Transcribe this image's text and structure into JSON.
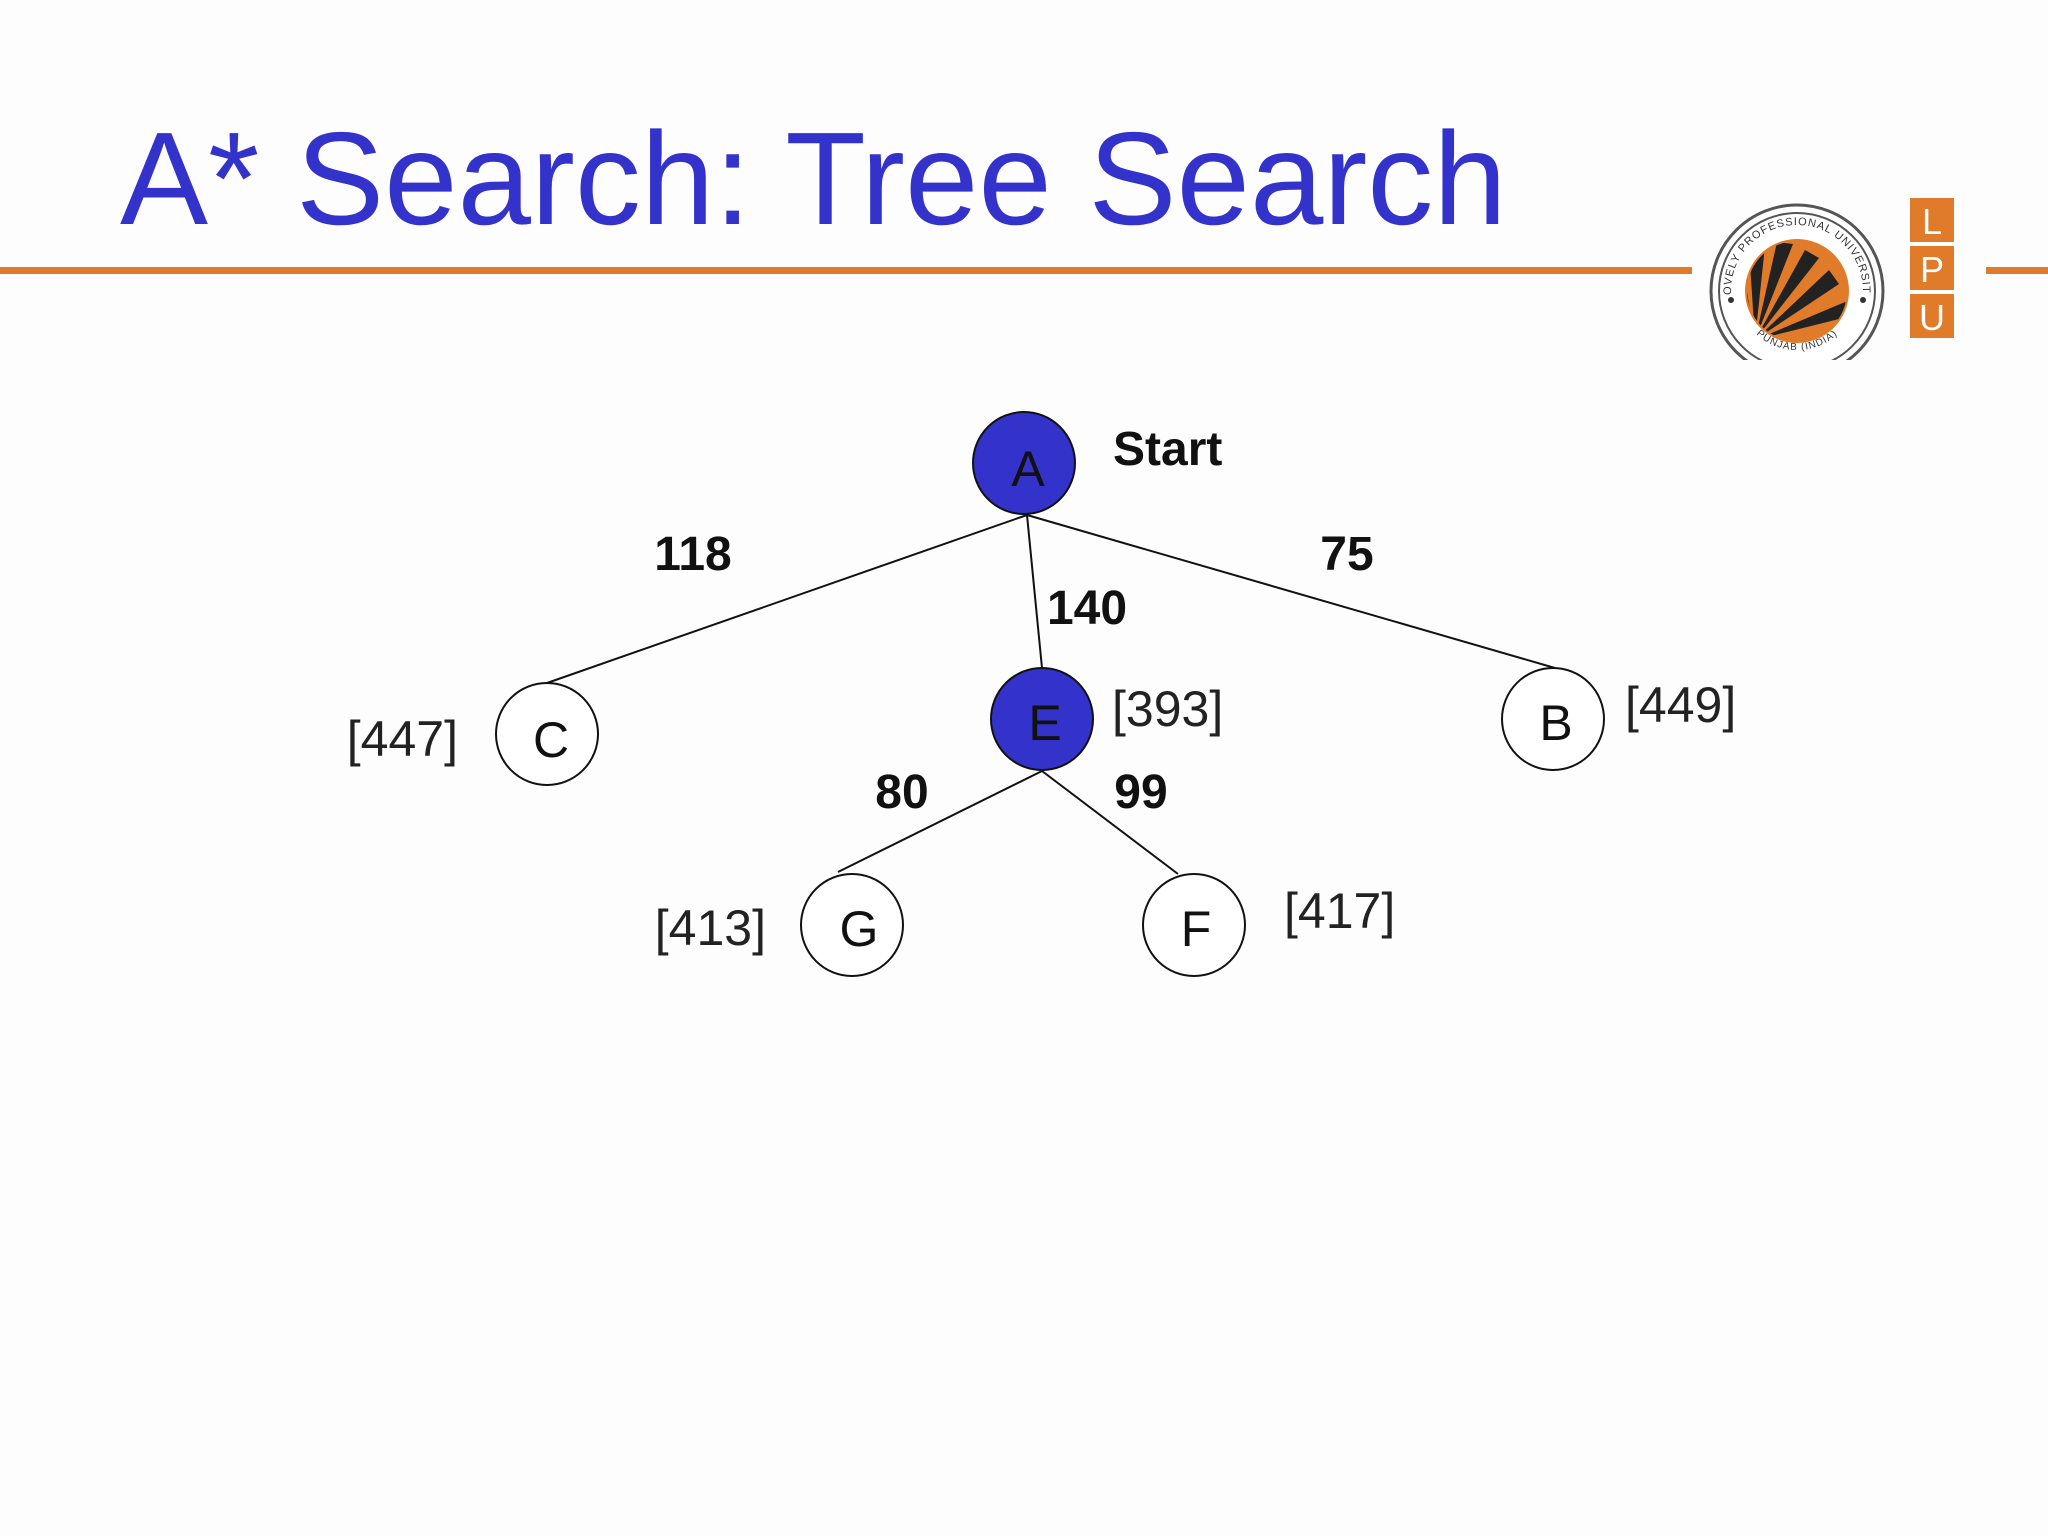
{
  "title": "A* Search: Tree Search",
  "logo": {
    "ring_top_text": "LOVELY PROFESSIONAL UNIVERSITY",
    "ring_bottom_text": "PUNJAB (INDIA)",
    "letters": [
      "L",
      "P",
      "U"
    ],
    "colors": {
      "orange": "#e07b2a",
      "dark": "#222222"
    }
  },
  "colors": {
    "title": "#3333cc",
    "rule": "#e07b2a",
    "visited_node": "#3333cc"
  },
  "tree": {
    "start_label": "Start",
    "nodes": [
      {
        "id": "A",
        "label": "A",
        "visited": true,
        "f_value": ""
      },
      {
        "id": "C",
        "label": "C",
        "visited": false,
        "f_value": "[447]"
      },
      {
        "id": "E",
        "label": "E",
        "visited": true,
        "f_value": "[393]"
      },
      {
        "id": "B",
        "label": "B",
        "visited": false,
        "f_value": "[449]"
      },
      {
        "id": "G",
        "label": "G",
        "visited": false,
        "f_value": "[413]"
      },
      {
        "id": "F",
        "label": "F",
        "visited": false,
        "f_value": "[417]"
      }
    ],
    "edges": [
      {
        "from": "A",
        "to": "C",
        "cost": "118"
      },
      {
        "from": "A",
        "to": "E",
        "cost": "140"
      },
      {
        "from": "A",
        "to": "B",
        "cost": "75"
      },
      {
        "from": "E",
        "to": "G",
        "cost": "80"
      },
      {
        "from": "E",
        "to": "F",
        "cost": "99"
      }
    ]
  }
}
